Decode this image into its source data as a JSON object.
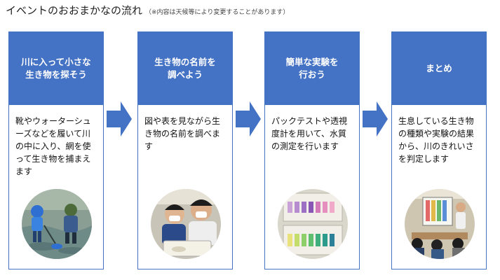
{
  "header": {
    "title": "イベントのおおまかなの流れ",
    "note": "（※内容は天候等により変更することがあります）"
  },
  "steps": [
    {
      "title": "川に入って小さな\n生き物を探そう",
      "description": "靴やウォーターシューズなどを履いて川の中に入り、網を使って生き物を捕まえます",
      "photo": "children-in-river-photo"
    },
    {
      "title": "生き物の名前を\n調べよう",
      "description": "図や表を見ながら生き物の名前を調べます",
      "photo": "children-examining-tray-photo"
    },
    {
      "title": "簡単な実験を\n行おう",
      "description": "パックテストや透視度計を用いて、水質の測定を行います",
      "photo": "water-test-kit-photo"
    },
    {
      "title": "まとめ",
      "description": "生息している生き物の種類や実験の結果から、川のきれいさを判定します",
      "photo": "classroom-presentation-photo"
    }
  ],
  "colors": {
    "accent": "#4472c4",
    "header_text": "#ffffff"
  }
}
